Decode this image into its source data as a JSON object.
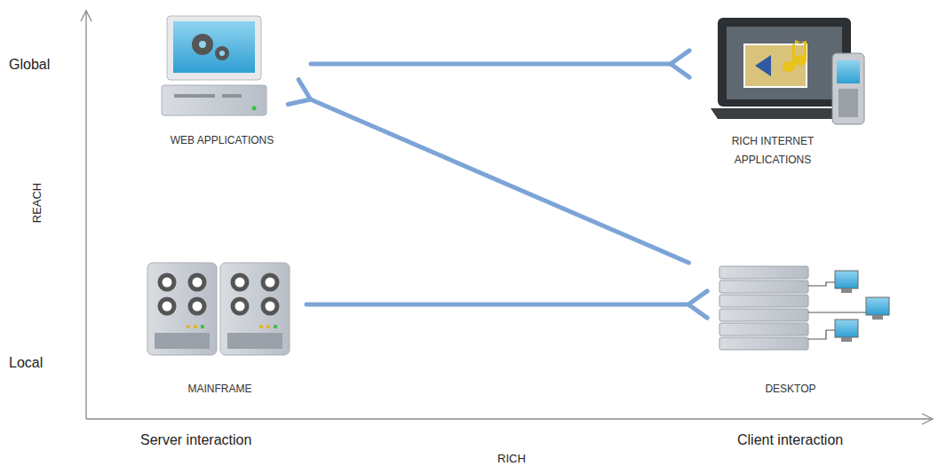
{
  "diagram": {
    "nodes": [
      {
        "text": [
          "WEB APPLICATIONS"
        ]
      },
      {
        "text": [
          "RICH INTERNET APPLICATIONS"
        ]
      },
      {
        "text": [
          "MAINFRAME"
        ]
      },
      {
        "text": [
          "DESKTOP"
        ]
      }
    ],
    "edges": [
      {
        "from": 0,
        "to": 1,
        "arrow": "to"
      },
      {
        "from": 3,
        "to": 0,
        "arrow": "to"
      },
      {
        "from": 2,
        "to": 3,
        "arrow": "to"
      }
    ],
    "labels": [
      "Global",
      "Local",
      "REACH",
      "Server interaction",
      "Client interaction",
      "RICH"
    ]
  }
}
